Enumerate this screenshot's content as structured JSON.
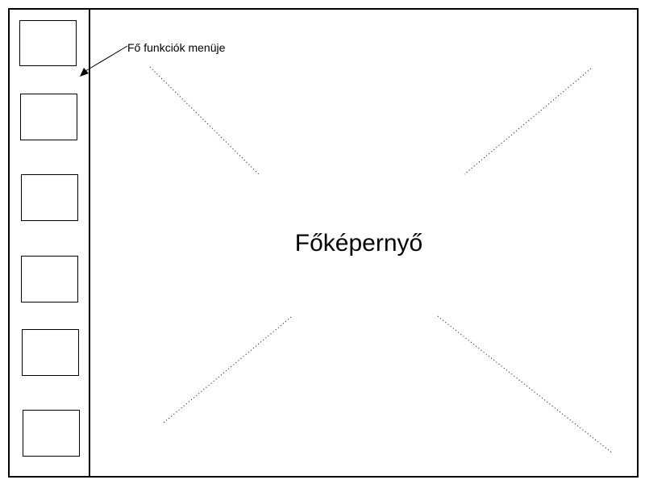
{
  "annotation": {
    "label": "Fő funkciók menüje"
  },
  "main": {
    "title": "Főképernyő"
  },
  "sidebar": {
    "item_count": 6
  }
}
